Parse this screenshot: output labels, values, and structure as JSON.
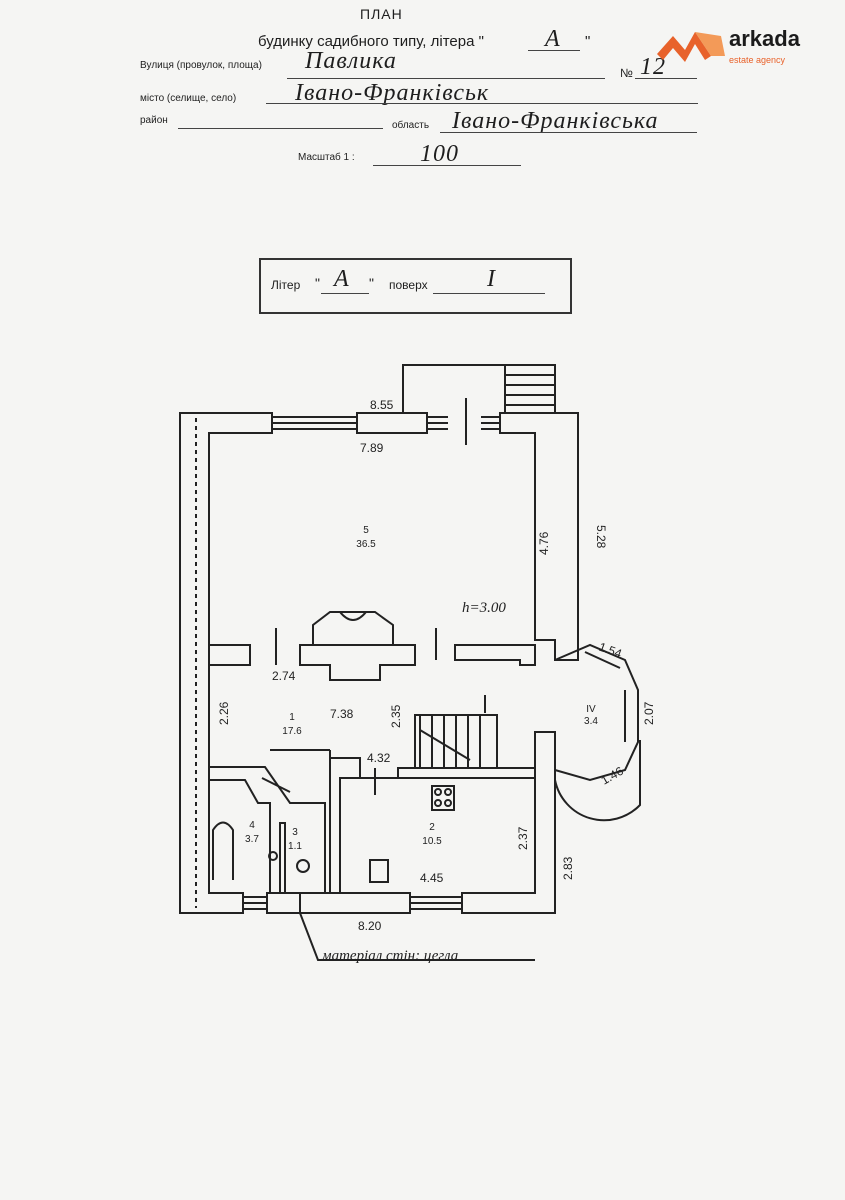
{
  "header": {
    "title": "ПЛАН",
    "subtitle_prefix": "будинку садибного типу, літера",
    "litera_value": "А",
    "street_label": "Вулиця (провулок, площа)",
    "street_value": "Павлика",
    "number_label": "№",
    "number_value": "12",
    "city_label": "місто (селище, село)",
    "city_value": "Івано-Франківськ",
    "district_label": "район",
    "region_label": "область",
    "region_value": "Івано-Франківська",
    "scale_label": "Масштаб 1 :",
    "scale_value": "100"
  },
  "logo": {
    "name": "arkada",
    "tagline": "estate agency",
    "accent": "#e8622b",
    "icon": "arkada-logo-icon"
  },
  "floor_box": {
    "litera_label": "Літер",
    "litera_value": "А",
    "floor_label": "поверх",
    "floor_value": "I"
  },
  "plan": {
    "dims": {
      "top_outer": "8.55",
      "top_inner": "7.89",
      "right_outer": "5.28",
      "room5_height": "4.76",
      "ceiling": "h=3.00",
      "corridor_width": "2.74",
      "left_226": "2.26",
      "hall_738": "7.38",
      "stair_235": "2.35",
      "kitchen_top": "4.32",
      "kitchen_side": "2.37",
      "kitchen_bottom": "4.45",
      "right_283": "2.83",
      "bottom_outer": "8.20",
      "bay_154": "1.54",
      "bay_207": "2.07",
      "bay_146": "1.46"
    },
    "rooms": [
      {
        "no": "5",
        "area": "36.5"
      },
      {
        "no": "1",
        "area": "17.6"
      },
      {
        "no": "2",
        "area": "10.5"
      },
      {
        "no": "3",
        "area": "1.1"
      },
      {
        "no": "4",
        "area": "3.7"
      },
      {
        "no": "IV",
        "area": "3.4"
      }
    ],
    "material": "матеріал стін: цегла"
  }
}
